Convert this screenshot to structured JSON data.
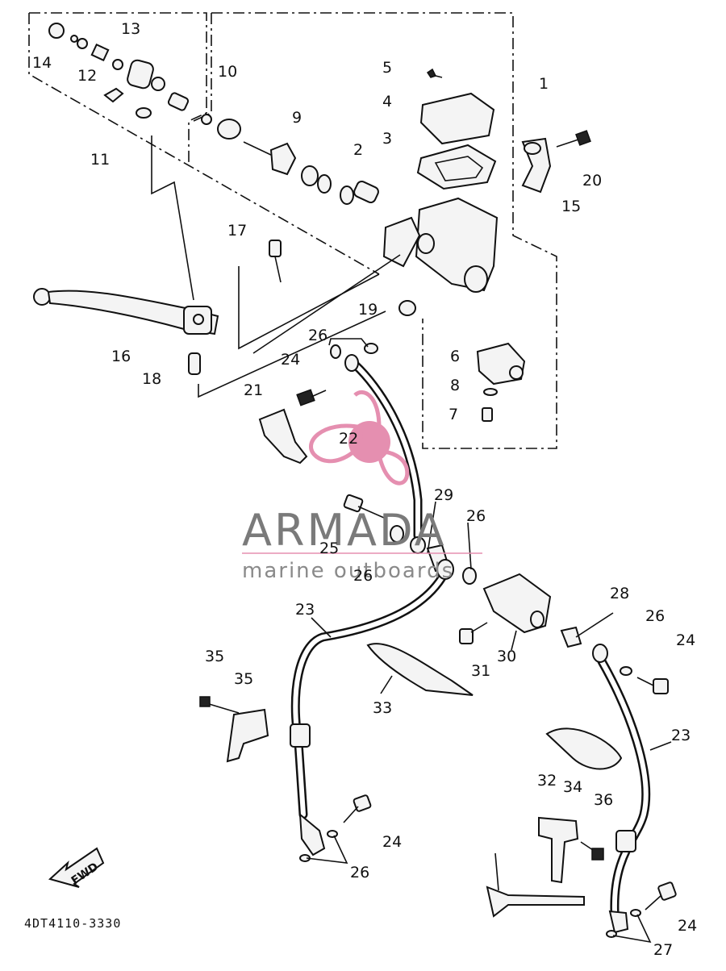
{
  "diagram_code": "4DT4110-3330",
  "fwd_label": "FWD",
  "watermark": {
    "brand": "ARMADA",
    "tagline": "marine outboards"
  },
  "callouts": [
    "1",
    "2",
    "3",
    "4",
    "5",
    "6",
    "7",
    "8",
    "9",
    "10",
    "11",
    "12",
    "13",
    "14",
    "15",
    "16",
    "17",
    "18",
    "19",
    "20",
    "21",
    "22",
    "23",
    "23",
    "24",
    "24",
    "24",
    "24",
    "25",
    "26",
    "26",
    "26",
    "26",
    "26",
    "27",
    "28",
    "29",
    "30",
    "31",
    "32",
    "33",
    "34",
    "35",
    "35",
    "36"
  ]
}
